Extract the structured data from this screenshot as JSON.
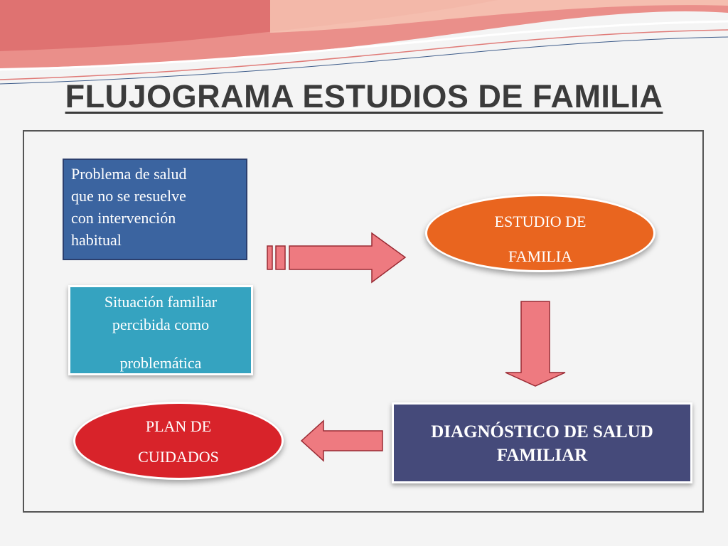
{
  "slide": {
    "title": "FLUJOGRAMA ESTUDIOS DE FAMILIA"
  },
  "nodes": {
    "problema": {
      "lines": [
        "Problema de salud",
        "que no se resuelve",
        "con intervención",
        "habitual"
      ]
    },
    "situacion": {
      "lines": [
        "Situación familiar",
        "percibida como",
        "problemática"
      ]
    },
    "estudio": {
      "lines": [
        "ESTUDIO DE",
        "FAMILIA"
      ]
    },
    "diagnostico": {
      "lines": [
        "DIAGNÓSTICO DE SALUD",
        "FAMILIAR"
      ]
    },
    "plan": {
      "lines": [
        "PLAN DE",
        "CUIDADOS"
      ]
    }
  },
  "colors": {
    "problema_fill": "#3b64a0",
    "situacion_fill": "#35a3c0",
    "estudio_fill": "#e9651f",
    "diagnostico_fill": "#454a7a",
    "plan_fill": "#d8232a",
    "arrow_fill": "#ee7a80",
    "arrow_stroke": "#9a2a33",
    "title_color": "#3b3b3b"
  }
}
